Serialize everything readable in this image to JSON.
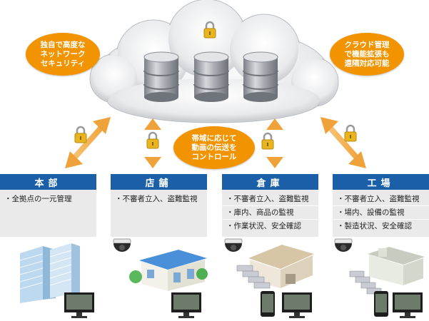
{
  "security_bubble": {
    "lines": [
      "独自で高度な",
      "ネットワーク",
      "セキュリティ"
    ]
  },
  "cloud_bubble": {
    "lines": [
      "クラウド管理",
      "で機能拡張も",
      "遠隔対応可能"
    ]
  },
  "bandwidth_bubble": {
    "lines": [
      "帯域に応じて",
      "動画の伝送を",
      "コントロール"
    ]
  },
  "locations": [
    {
      "title": "本部",
      "items": [
        "・全拠点の一元管理"
      ]
    },
    {
      "title": "店舗",
      "items": [
        "・不審者立入、盗難監視"
      ]
    },
    {
      "title": "倉庫",
      "items": [
        "・不審者立入、盗難監視",
        "・庫内、商品の監視",
        "・作業状況、安全確認"
      ]
    },
    {
      "title": "工場",
      "items": [
        "・不審者立入、盗難監視",
        "・場内、設備の監視",
        "・製造状況、安全確認"
      ]
    }
  ],
  "colors": {
    "accent": "#f29400",
    "header": "#1a5fa8",
    "panel": "#eaeaea",
    "arrow": "#f5b55a"
  }
}
